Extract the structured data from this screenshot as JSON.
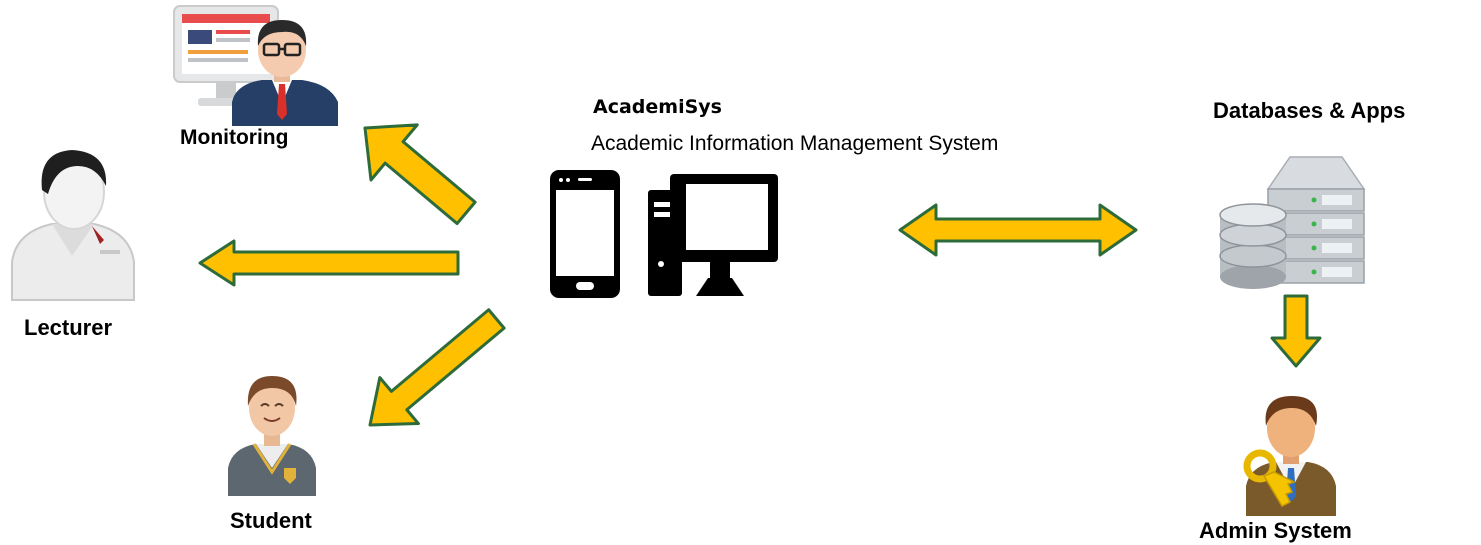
{
  "system": {
    "name": "AcademiSys",
    "subtitle": "Academic Information Management System"
  },
  "nodes": {
    "monitoring": "Monitoring",
    "lecturer": "Lecturer",
    "student": "Student",
    "databases": "Databases & Apps",
    "admin": "Admin System"
  },
  "colors": {
    "arrow_fill": "#FFC000",
    "arrow_outline": "#2E6B3A",
    "device": "#000000"
  },
  "icons": {
    "monitoring": "monitor-operator-icon",
    "lecturer": "lecturer-icon",
    "student": "student-icon",
    "devices": "phone-desktop-icon",
    "databases": "database-server-icon",
    "admin": "admin-key-icon"
  }
}
